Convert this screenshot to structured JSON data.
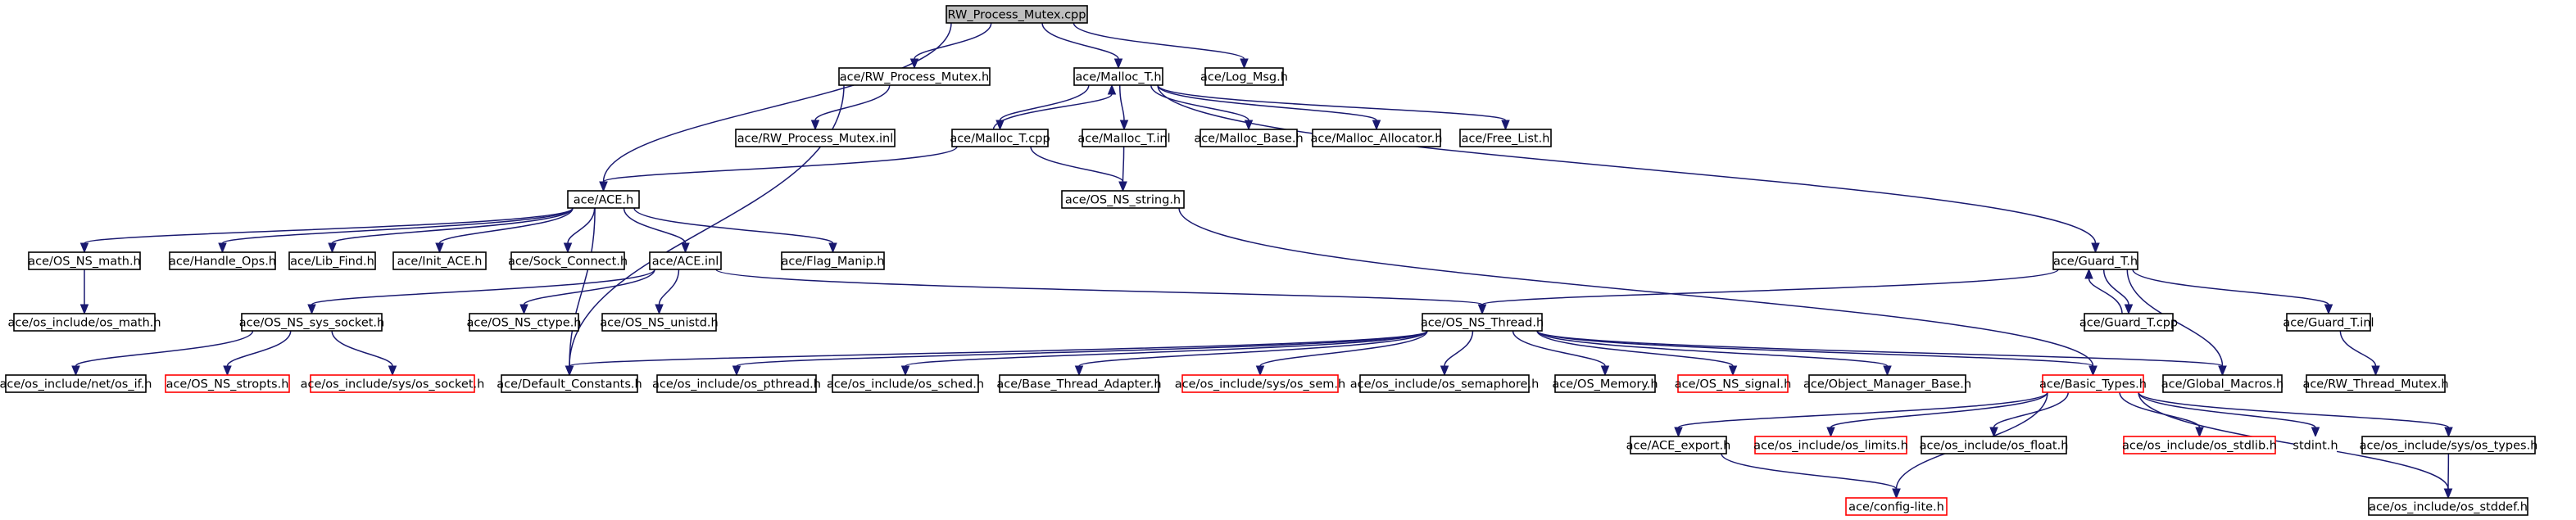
{
  "title": "RW_Process_Mutex.cpp",
  "colors": {
    "edge": "#191970",
    "root_fill": "#bfbfbf",
    "truncated_border": "#ff0000",
    "node_border": "#000000"
  },
  "nodes": [
    {
      "id": "rwpm_cpp",
      "label": "RW_Process_Mutex.cpp",
      "root": true
    },
    {
      "id": "rwpm_h",
      "label": "ace/RW_Process_Mutex.h"
    },
    {
      "id": "malloc_t_h",
      "label": "ace/Malloc_T.h"
    },
    {
      "id": "log_msg",
      "label": "ace/Log_Msg.h"
    },
    {
      "id": "rwpm_inl",
      "label": "ace/RW_Process_Mutex.inl"
    },
    {
      "id": "malloc_t_cpp",
      "label": "ace/Malloc_T.cpp"
    },
    {
      "id": "malloc_t_inl",
      "label": "ace/Malloc_T.inl"
    },
    {
      "id": "malloc_base",
      "label": "ace/Malloc_Base.h"
    },
    {
      "id": "malloc_alloc",
      "label": "ace/Malloc_Allocator.h"
    },
    {
      "id": "free_list",
      "label": "ace/Free_List.h"
    },
    {
      "id": "ace_h",
      "label": "ace/ACE.h"
    },
    {
      "id": "os_ns_string",
      "label": "ace/OS_NS_string.h"
    },
    {
      "id": "os_ns_math",
      "label": "ace/OS_NS_math.h"
    },
    {
      "id": "handle_ops",
      "label": "ace/Handle_Ops.h"
    },
    {
      "id": "lib_find",
      "label": "ace/Lib_Find.h"
    },
    {
      "id": "init_ace",
      "label": "ace/Init_ACE.h"
    },
    {
      "id": "sock_connect",
      "label": "ace/Sock_Connect.h"
    },
    {
      "id": "ace_inl",
      "label": "ace/ACE.inl"
    },
    {
      "id": "flag_manip",
      "label": "ace/Flag_Manip.h"
    },
    {
      "id": "guard_t_h",
      "label": "ace/Guard_T.h"
    },
    {
      "id": "os_math",
      "label": "ace/os_include/os_math.h"
    },
    {
      "id": "sys_socket",
      "label": "ace/OS_NS_sys_socket.h"
    },
    {
      "id": "ns_ctype",
      "label": "ace/OS_NS_ctype.h"
    },
    {
      "id": "ns_unistd",
      "label": "ace/OS_NS_unistd.h"
    },
    {
      "id": "ns_thread",
      "label": "ace/OS_NS_Thread.h"
    },
    {
      "id": "guard_t_cpp",
      "label": "ace/Guard_T.cpp"
    },
    {
      "id": "guard_t_inl",
      "label": "ace/Guard_T.inl"
    },
    {
      "id": "net_if",
      "label": "ace/os_include/net/os_if.h"
    },
    {
      "id": "ns_stropts",
      "label": "ace/OS_NS_stropts.h",
      "truncated": true
    },
    {
      "id": "sys_os_socket",
      "label": "ace/os_include/sys/os_socket.h",
      "truncated": true
    },
    {
      "id": "default_constants",
      "label": "ace/Default_Constants.h"
    },
    {
      "id": "os_pthread",
      "label": "ace/os_include/os_pthread.h"
    },
    {
      "id": "os_sched",
      "label": "ace/os_include/os_sched.h"
    },
    {
      "id": "base_thread_adapter",
      "label": "ace/Base_Thread_Adapter.h"
    },
    {
      "id": "sys_os_sem",
      "label": "ace/os_include/sys/os_sem.h",
      "truncated": true
    },
    {
      "id": "os_semaphore",
      "label": "ace/os_include/os_semaphore.h"
    },
    {
      "id": "os_memory",
      "label": "ace/OS_Memory.h"
    },
    {
      "id": "ns_signal",
      "label": "ace/OS_NS_signal.h",
      "truncated": true
    },
    {
      "id": "object_manager_base",
      "label": "ace/Object_Manager_Base.h"
    },
    {
      "id": "basic_types",
      "label": "ace/Basic_Types.h",
      "truncated": true
    },
    {
      "id": "global_macros",
      "label": "ace/Global_Macros.h"
    },
    {
      "id": "rw_thread_mutex",
      "label": "ace/RW_Thread_Mutex.h"
    },
    {
      "id": "ace_export",
      "label": "ace/ACE_export.h"
    },
    {
      "id": "os_limits",
      "label": "ace/os_include/os_limits.h",
      "truncated": true
    },
    {
      "id": "os_float",
      "label": "ace/os_include/os_float.h"
    },
    {
      "id": "os_stdlib",
      "label": "ace/os_include/os_stdlib.h",
      "truncated": true
    },
    {
      "id": "stdint",
      "label": "stdint.h",
      "borderless": true
    },
    {
      "id": "sys_os_types",
      "label": "ace/os_include/sys/os_types.h"
    },
    {
      "id": "config_lite",
      "label": "ace/config-lite.h",
      "truncated": true
    },
    {
      "id": "os_stddef",
      "label": "ace/os_include/os_stddef.h"
    }
  ],
  "edges": [
    [
      "rwpm_cpp",
      "rwpm_h"
    ],
    [
      "rwpm_cpp",
      "malloc_t_h"
    ],
    [
      "rwpm_cpp",
      "log_msg"
    ],
    [
      "rwpm_cpp",
      "ace_h"
    ],
    [
      "rwpm_h",
      "rwpm_inl"
    ],
    [
      "rwpm_h",
      "default_constants"
    ],
    [
      "malloc_t_h",
      "malloc_t_cpp"
    ],
    [
      "malloc_t_h",
      "malloc_t_inl"
    ],
    [
      "malloc_t_h",
      "malloc_base"
    ],
    [
      "malloc_t_h",
      "malloc_alloc"
    ],
    [
      "malloc_t_h",
      "free_list"
    ],
    [
      "malloc_t_h",
      "guard_t_h"
    ],
    [
      "malloc_t_cpp",
      "malloc_t_h"
    ],
    [
      "malloc_t_cpp",
      "ace_h"
    ],
    [
      "malloc_t_cpp",
      "os_ns_string"
    ],
    [
      "malloc_t_inl",
      "os_ns_string"
    ],
    [
      "os_ns_string",
      "basic_types"
    ],
    [
      "ace_h",
      "os_ns_math"
    ],
    [
      "ace_h",
      "handle_ops"
    ],
    [
      "ace_h",
      "lib_find"
    ],
    [
      "ace_h",
      "init_ace"
    ],
    [
      "ace_h",
      "sock_connect"
    ],
    [
      "ace_h",
      "ace_inl"
    ],
    [
      "ace_h",
      "flag_manip"
    ],
    [
      "ace_h",
      "default_constants"
    ],
    [
      "os_ns_math",
      "os_math"
    ],
    [
      "ace_inl",
      "sys_socket"
    ],
    [
      "ace_inl",
      "ns_ctype"
    ],
    [
      "ace_inl",
      "ns_unistd"
    ],
    [
      "ace_inl",
      "ns_thread"
    ],
    [
      "sys_socket",
      "net_if"
    ],
    [
      "sys_socket",
      "ns_stropts"
    ],
    [
      "sys_socket",
      "sys_os_socket"
    ],
    [
      "guard_t_h",
      "ns_thread"
    ],
    [
      "guard_t_h",
      "guard_t_cpp"
    ],
    [
      "guard_t_h",
      "guard_t_inl"
    ],
    [
      "guard_t_h",
      "global_macros"
    ],
    [
      "guard_t_cpp",
      "guard_t_h"
    ],
    [
      "guard_t_inl",
      "rw_thread_mutex"
    ],
    [
      "ns_thread",
      "default_constants"
    ],
    [
      "ns_thread",
      "os_pthread"
    ],
    [
      "ns_thread",
      "os_sched"
    ],
    [
      "ns_thread",
      "base_thread_adapter"
    ],
    [
      "ns_thread",
      "sys_os_sem"
    ],
    [
      "ns_thread",
      "os_semaphore"
    ],
    [
      "ns_thread",
      "os_memory"
    ],
    [
      "ns_thread",
      "ns_signal"
    ],
    [
      "ns_thread",
      "object_manager_base"
    ],
    [
      "ns_thread",
      "basic_types"
    ],
    [
      "ns_thread",
      "global_macros"
    ],
    [
      "basic_types",
      "ace_export"
    ],
    [
      "basic_types",
      "os_limits"
    ],
    [
      "basic_types",
      "os_float"
    ],
    [
      "basic_types",
      "os_stdlib"
    ],
    [
      "basic_types",
      "stdint"
    ],
    [
      "basic_types",
      "sys_os_types"
    ],
    [
      "basic_types",
      "config_lite"
    ],
    [
      "basic_types",
      "os_stddef"
    ],
    [
      "ace_export",
      "config_lite"
    ],
    [
      "sys_os_types",
      "os_stddef"
    ]
  ]
}
